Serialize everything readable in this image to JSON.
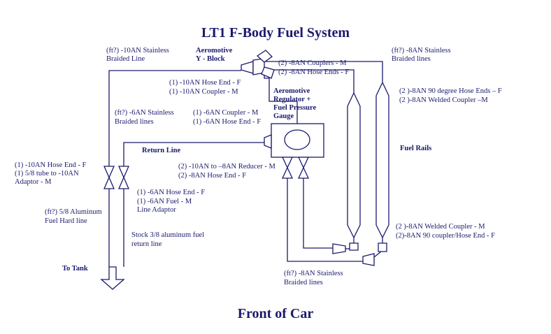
{
  "title": "LT1 F-Body Fuel System",
  "footer": "Front of Car",
  "labels": {
    "ybraided_1": "(ft?) -10AN Stainless",
    "ybraided_2": "Braided Line",
    "yblock_1": "Aeromotive",
    "yblock_2": "Y - Block",
    "couplers_top_1": "(2) -8AN Couplers - M",
    "couplers_top_2": "(2) -8AN Hose Ends - F",
    "braided8_top_1": "(ft?) -8AN Stainless",
    "braided8_top_2": "Braided lines",
    "hose10_1": "(1) -10AN Hose End - F",
    "hose10_2": "(1) -10AN Coupler - M",
    "reg_1": "Aeromotive",
    "reg_2": "Regulator +",
    "reg_3": "Fuel Pressure",
    "reg_4": "Gauge",
    "rails_90_1": "(2 )-8AN 90 degree Hose Ends – F",
    "rails_90_2": "(2 )-8AN Welded Coupler –M",
    "braided6_1": "(ft?) -6AN Stainless",
    "braided6_2": "Braided lines",
    "coupler6_1": "(1) -6AN Coupler - M",
    "coupler6_2": "(1) -6AN Hose End - F",
    "return_line": "Return Line",
    "fuel_rails": "Fuel Rails",
    "left_adaptor_1": "(1) -10AN Hose End - F",
    "left_adaptor_2": "(1) 5/8 tube to -10AN",
    "left_adaptor_3": "Adaptor - M",
    "reducer_1": "(2) -10AN to –8AN Reducer - M",
    "reducer_2": "(2) -8AN Hose End - F",
    "line_adaptor_1": "(1) -6AN Hose End - F",
    "line_adaptor_2": "(1) -6AN Fuel  - M",
    "line_adaptor_3": "Line Adaptor",
    "hardline_1": "(ft?) 5/8 Aluminum",
    "hardline_2": "Fuel Hard line",
    "stock_return_1": "Stock 3/8 aluminum fuel",
    "stock_return_2": "return line",
    "welded_bottom_1": "(2 )-8AN Welded Coupler - M",
    "welded_bottom_2": "(2)-8AN 90 coupler/Hose End - F",
    "to_tank": "To Tank",
    "braided8_bottom_1": "(ft?) -8AN Stainless",
    "braided8_bottom_2": "Braided lines"
  }
}
